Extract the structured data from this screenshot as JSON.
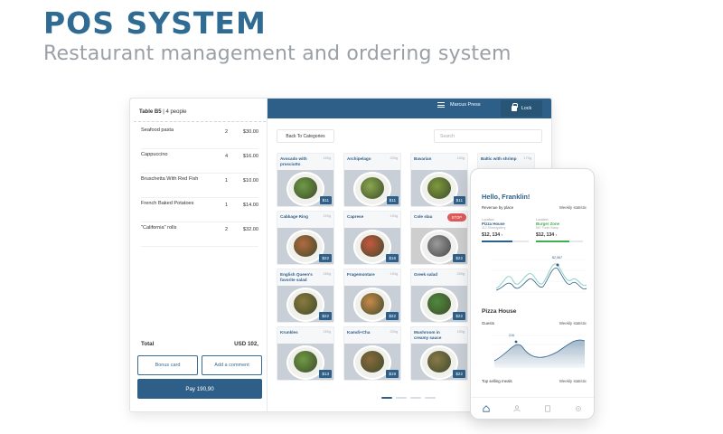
{
  "header": {
    "title": "POS SYSTEM",
    "subtitle": "Restaurant management and ordering system"
  },
  "tablet": {
    "table_label": "Table B5",
    "table_people": "| 4 people",
    "user_name": "Marcus Press",
    "lock_label": "Lock",
    "back_label": "Back To Categories",
    "search_placeholder": "Search",
    "orders": [
      {
        "name": "Seafood pasta",
        "qty": "2",
        "price": "$30.00"
      },
      {
        "name": "Cappuccino",
        "qty": "4",
        "price": "$16.00"
      },
      {
        "name": "Bruschetta With Red Fish",
        "qty": "1",
        "price": "$10.00"
      },
      {
        "name": "French Baked Potatoes",
        "qty": "1",
        "price": "$14.00"
      },
      {
        "name": "\"California\" rolls",
        "qty": "2",
        "price": "$32.00"
      }
    ],
    "total_label": "Total",
    "total_value": "USD 102,",
    "bonus_label": "Bonus card",
    "comment_label": "Add a comment",
    "pay_label": "Pay 190,90",
    "dishes": [
      {
        "name": "Avocado with prosciutto",
        "weight": "180g",
        "price": "$11",
        "color": "#6d9a45"
      },
      {
        "name": "Archipelago",
        "weight": "200g",
        "price": "$11",
        "color": "#8aa84f"
      },
      {
        "name": "Bavarian",
        "weight": "180g",
        "price": "$11",
        "color": "#7f9a3d"
      },
      {
        "name": "Baltic with shrimp",
        "weight": "170g",
        "price": "",
        "color": "#9c7a4e"
      },
      {
        "name": "Cabbage Ring",
        "weight": "220g",
        "price": "$22",
        "color": "#b36a3f"
      },
      {
        "name": "Caprese",
        "weight": "190g",
        "price": "$16",
        "color": "#c8583f"
      },
      {
        "name": "Cole slau",
        "weight": "",
        "price": "$22",
        "color": "#9b9b9b",
        "stop": "STOP"
      },
      {
        "name": "",
        "weight": "",
        "price": "",
        "color": "#a0a07a"
      },
      {
        "name": "English Queen's favorite salad",
        "weight": "280g",
        "price": "$22",
        "color": "#8a7a3d"
      },
      {
        "name": "Fragemontare",
        "weight": "190g",
        "price": "$22",
        "color": "#c88a4a"
      },
      {
        "name": "Greek salad",
        "weight": "250g",
        "price": "$22",
        "color": "#4f8a3d"
      },
      {
        "name": "",
        "weight": "",
        "price": "",
        "color": "#6a8a4a"
      },
      {
        "name": "Krunkles",
        "weight": "250g",
        "price": "$13",
        "color": "#6f9a44"
      },
      {
        "name": "Kamdi+Cha",
        "weight": "200g",
        "price": "$19",
        "color": "#8a6a3d"
      },
      {
        "name": "Mushroom in creamy sauce",
        "weight": "150g",
        "price": "$22",
        "color": "#8a7a4a"
      },
      {
        "name": "",
        "weight": "",
        "price": "",
        "color": "#7a8a4a"
      }
    ]
  },
  "phone": {
    "greeting": "Hello, Franklin!",
    "revenue_label": "Revenue by place",
    "weekly_label": "Weekly statistic",
    "place1": {
      "loc": "Location",
      "name": "Pizza House",
      "addr": "312 Sheet/gallery",
      "amount": "$12, 134",
      "bar": 0.65,
      "bar_color": "#2e5f88"
    },
    "place2": {
      "loc": "Location",
      "name": "Burger Zone",
      "addr": "887 Fresh Ramp",
      "amount": "$12, 134",
      "bar": 0.72,
      "bar_color": "#3fae52"
    },
    "chart1_value": "$2,567",
    "section_title": "Pizza House",
    "guests_label": "Guests",
    "chart2_value": "216",
    "top_label": "Top selling meals"
  }
}
